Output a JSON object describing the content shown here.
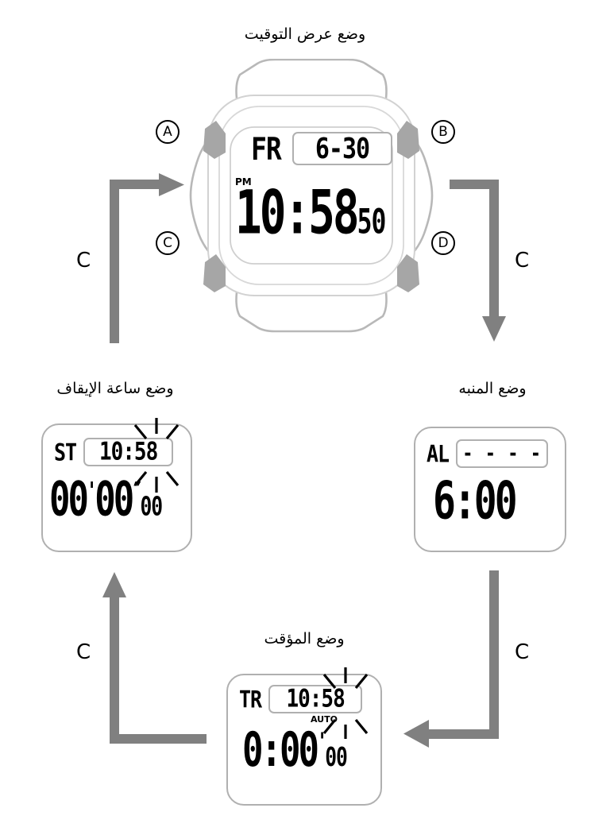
{
  "diagram": {
    "title_timekeeping": "وضع عرض التوقيت",
    "title_alarm": "وضع المنبه",
    "title_timer": "وضع المؤقت",
    "title_stopwatch": "وضع ساعة الإيقاف",
    "flow_button_label": "C",
    "colors": {
      "arrow": "#808080",
      "case_outline": "#b8b8b8",
      "button_fill": "#a6a6a6",
      "lcd_text": "#000000",
      "background": "#ffffff"
    }
  },
  "watch": {
    "buttons": [
      {
        "id": "A",
        "label": "A",
        "position": "top-left"
      },
      {
        "id": "B",
        "label": "B",
        "position": "top-right"
      },
      {
        "id": "C",
        "label": "C",
        "position": "bottom-left"
      },
      {
        "id": "D",
        "label": "D",
        "position": "bottom-right"
      }
    ],
    "display": {
      "day": "FR",
      "date": "6-30",
      "meridiem": "PM",
      "time": "10:58",
      "seconds": "50"
    }
  },
  "modes": {
    "alarm": {
      "tag": "AL",
      "boxed_value": "- - - -",
      "main_value": "6:00"
    },
    "timer": {
      "tag": "TR",
      "boxed_value": "10:58",
      "indicator": "AUTO",
      "main_value": "0:00",
      "main_suffix": "00",
      "main_mark": "'"
    },
    "stopwatch": {
      "tag": "ST",
      "boxed_value": "10:58",
      "main_minutes": "00",
      "main_seconds": "00",
      "main_hundredths": "00",
      "mark_minutes": "'",
      "mark_seconds": "″"
    }
  },
  "flow_labels": {
    "left_top": "C",
    "right_top": "C",
    "left_bottom": "C",
    "right_bottom": "C"
  }
}
